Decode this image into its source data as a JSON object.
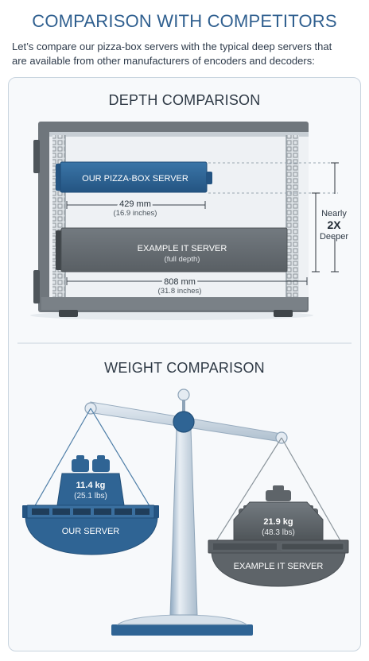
{
  "header": {
    "title": "COMPARISON WITH COMPETITORS",
    "intro_line1": "Let’s compare our pizza-box servers with the typical deep servers that",
    "intro_line2": "are available from other manufacturers of encoders and decoders:"
  },
  "depth_section": {
    "title": "DEPTH COMPARISON",
    "our_server_label": "OUR PIZZA-BOX SERVER",
    "our_depth_mm": "429 mm",
    "our_depth_in": "(16.9 inches)",
    "example_server_label": "EXAMPLE IT SERVER",
    "example_server_sub": "(full depth)",
    "example_depth_mm": "808 mm",
    "example_depth_in": "(31.8 inches)",
    "ratio_nearly": "Nearly",
    "ratio_value": "2X",
    "ratio_deeper": "Deeper"
  },
  "weight_section": {
    "title": "WEIGHT COMPARISON",
    "our_weight_kg": "11.4 kg",
    "our_weight_lbs": "(25.1 lbs)",
    "our_label": "OUR SERVER",
    "example_weight_kg": "21.9 kg",
    "example_weight_lbs": "(48.3 lbs)",
    "example_label": "EXAMPLE IT SERVER"
  },
  "colors": {
    "accent_blue": "#2f6494",
    "dark_gray": "#5e6469",
    "rack_gray": "#6f767c"
  }
}
